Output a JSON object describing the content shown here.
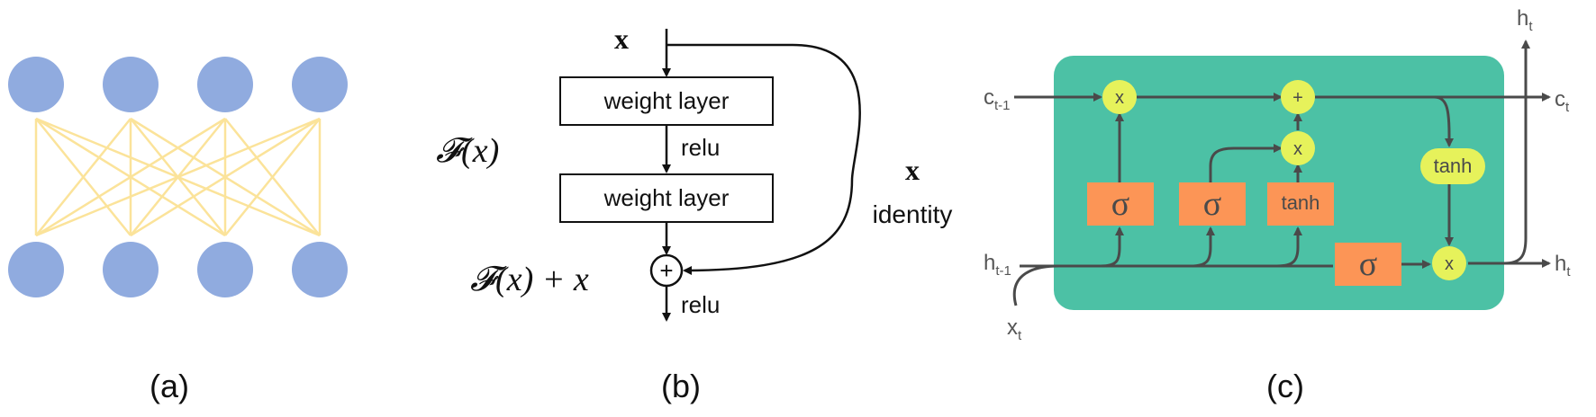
{
  "panels": {
    "a": {
      "caption": "(a)"
    },
    "b": {
      "caption": "(b)",
      "input_label": "x",
      "weight_layer_1": "weight layer",
      "weight_layer_2": "weight layer",
      "relu_1": "relu",
      "relu_2": "relu",
      "fx_label": "𝓕(x)",
      "fx_plus_x_label": "𝓕(x) + x",
      "identity_x": "x",
      "identity_label": "identity",
      "plus_symbol": "+"
    },
    "c": {
      "caption": "(c)",
      "c_prev": "c",
      "c_prev_sub": "t-1",
      "c_next": "c",
      "c_next_sub": "t",
      "h_prev": "h",
      "h_prev_sub": "t-1",
      "h_out_right": "h",
      "h_out_right_sub": "t",
      "h_out_top": "h",
      "h_out_top_sub": "t",
      "x_in": "x",
      "x_in_sub": "t",
      "mult_forget": "x",
      "add_cell": "+",
      "mult_input": "x",
      "tanh_cell": "tanh",
      "mult_output": "x",
      "sigma_1": "σ",
      "sigma_2": "σ",
      "tanh_gate": "tanh",
      "sigma_3": "σ"
    }
  },
  "colors": {
    "node_blue": "#90abdf",
    "edge_yellow": "#fbe39a",
    "lstm_green": "#4cc1a5",
    "gate_orange": "#fc9556",
    "op_yellow": "#e6f25b",
    "arrow_gray": "#4a4a4a"
  }
}
